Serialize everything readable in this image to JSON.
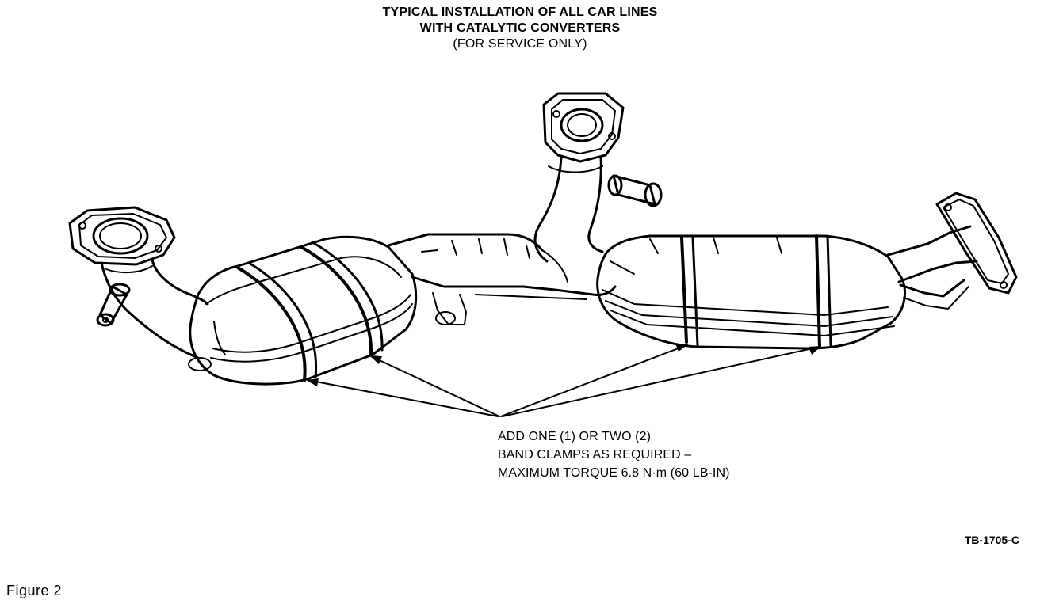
{
  "title": {
    "line1": "TYPICAL INSTALLATION OF ALL CAR LINES",
    "line2": "WITH CATALYTIC CONVERTERS",
    "line3": "(FOR SERVICE ONLY)"
  },
  "callout": {
    "line1": "ADD ONE (1) OR TWO (2)",
    "line2": "BAND CLAMPS AS REQUIRED –",
    "line3": "MAXIMUM TORQUE 6.8 N·m (60 LB-IN)"
  },
  "reference_code": "TB-1705-C",
  "caption": "Figure 2"
}
